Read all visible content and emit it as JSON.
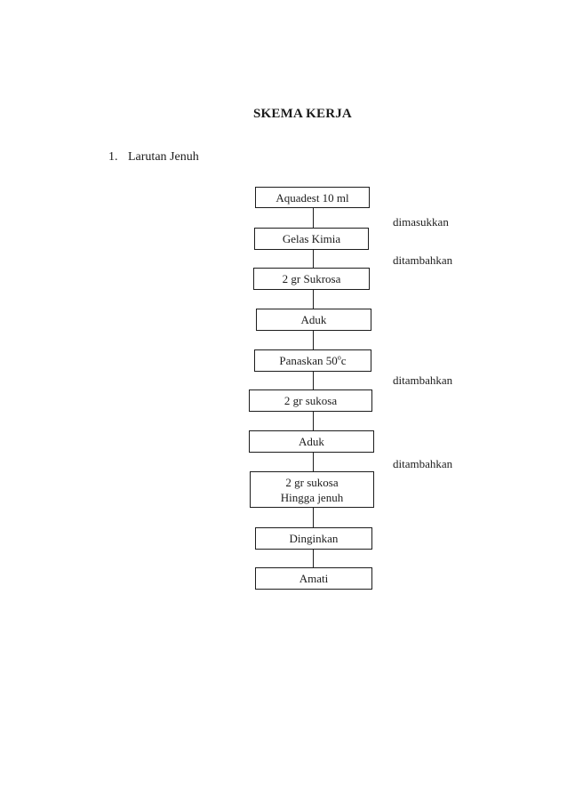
{
  "colors": {
    "ink": "#1c1c1c",
    "paper": "#ffffff"
  },
  "document": {
    "title": "SKEMA KERJA",
    "list_item": {
      "number": "1.",
      "label": "Larutan Jenuh"
    }
  },
  "flowchart": {
    "steps": [
      {
        "lines": [
          "Aquadest 10 ml"
        ]
      },
      {
        "lines": [
          "Gelas Kimia"
        ]
      },
      {
        "lines": [
          "2 gr Sukrosa"
        ]
      },
      {
        "lines": [
          "Aduk"
        ]
      },
      {
        "pre": "Panaskan 50",
        "sup": "o",
        "post": "c"
      },
      {
        "lines": [
          "2 gr sukosa"
        ]
      },
      {
        "lines": [
          "Aduk"
        ]
      },
      {
        "lines": [
          "2 gr sukosa",
          "Hingga jenuh"
        ]
      },
      {
        "lines": [
          "Dinginkan"
        ]
      },
      {
        "lines": [
          "Amati"
        ]
      }
    ],
    "side_labels": [
      {
        "text": "dimasukkan"
      },
      {
        "text": "ditambahkan"
      },
      {
        "text": "ditambahkan"
      },
      {
        "text": "ditambahkan"
      }
    ]
  }
}
